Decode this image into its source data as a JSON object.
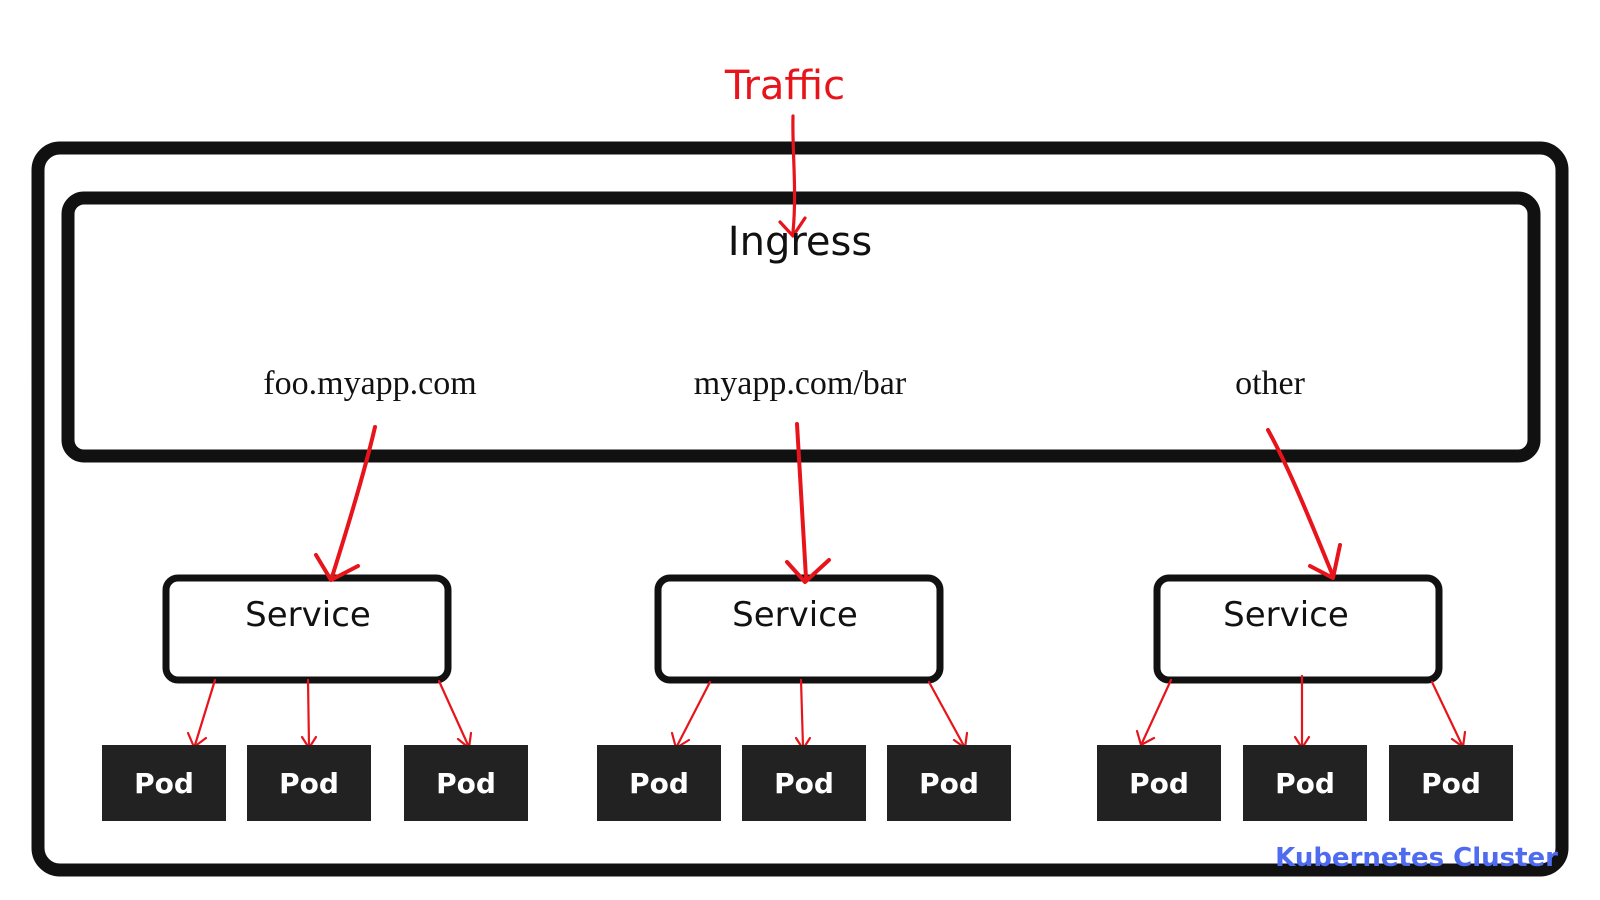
{
  "traffic": {
    "label": "Traffic"
  },
  "ingress": {
    "title": "Ingress"
  },
  "routes": [
    {
      "rule": "foo.myapp.com"
    },
    {
      "rule": "myapp.com/bar"
    },
    {
      "rule": "other"
    }
  ],
  "services": [
    {
      "label": "Service",
      "pods": [
        "Pod",
        "Pod",
        "Pod"
      ]
    },
    {
      "label": "Service",
      "pods": [
        "Pod",
        "Pod",
        "Pod"
      ]
    },
    {
      "label": "Service",
      "pods": [
        "Pod",
        "Pod",
        "Pod"
      ]
    }
  ],
  "cluster": {
    "label": "Kubernetes Cluster"
  },
  "colors": {
    "arrow": "#e8141b",
    "traffic_text": "#e8141b",
    "cluster_label": "#4f6bf0",
    "pod_fill": "#222222",
    "border": "#111111"
  }
}
